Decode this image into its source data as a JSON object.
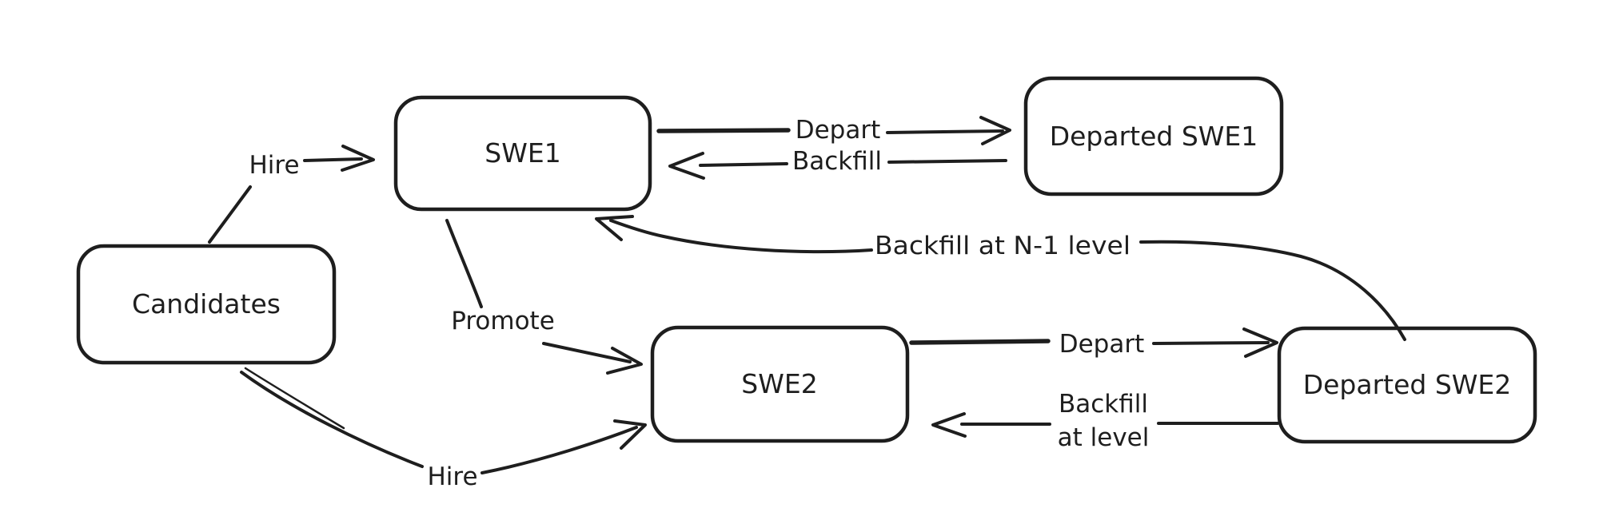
{
  "diagram": {
    "background_color": "#ffffff",
    "stroke_color": "#1e1e1e",
    "nodes": [
      {
        "id": "candidates",
        "label": "Candidates"
      },
      {
        "id": "swe1",
        "label": "SWE1"
      },
      {
        "id": "departed-swe1",
        "label": "Departed SWE1"
      },
      {
        "id": "swe2",
        "label": "SWE2"
      },
      {
        "id": "departed-swe2",
        "label": "Departed SWE2"
      }
    ],
    "edges": [
      {
        "id": "hire-swe1",
        "label": "Hire",
        "from": "Candidates",
        "to": "SWE1"
      },
      {
        "id": "depart-swe1",
        "label": "Depart",
        "from": "SWE1",
        "to": "Departed SWE1"
      },
      {
        "id": "backfill-swe1",
        "label": "Backfill",
        "from": "Departed SWE1",
        "to": "SWE1"
      },
      {
        "id": "backfill-n-minus-1",
        "label": "Backfill at N-1 level",
        "from": "Departed SWE2",
        "to": "SWE1"
      },
      {
        "id": "promote",
        "label": "Promote",
        "from": "SWE1",
        "to": "SWE2"
      },
      {
        "id": "hire-swe2",
        "label": "Hire",
        "from": "Candidates",
        "to": "SWE2"
      },
      {
        "id": "depart-swe2",
        "label": "Depart",
        "from": "SWE2",
        "to": "Departed SWE2"
      },
      {
        "id": "backfill-at-level",
        "label_line1": "Backfill",
        "label_line2": "at level",
        "from": "Departed SWE2",
        "to": "SWE2"
      }
    ]
  }
}
